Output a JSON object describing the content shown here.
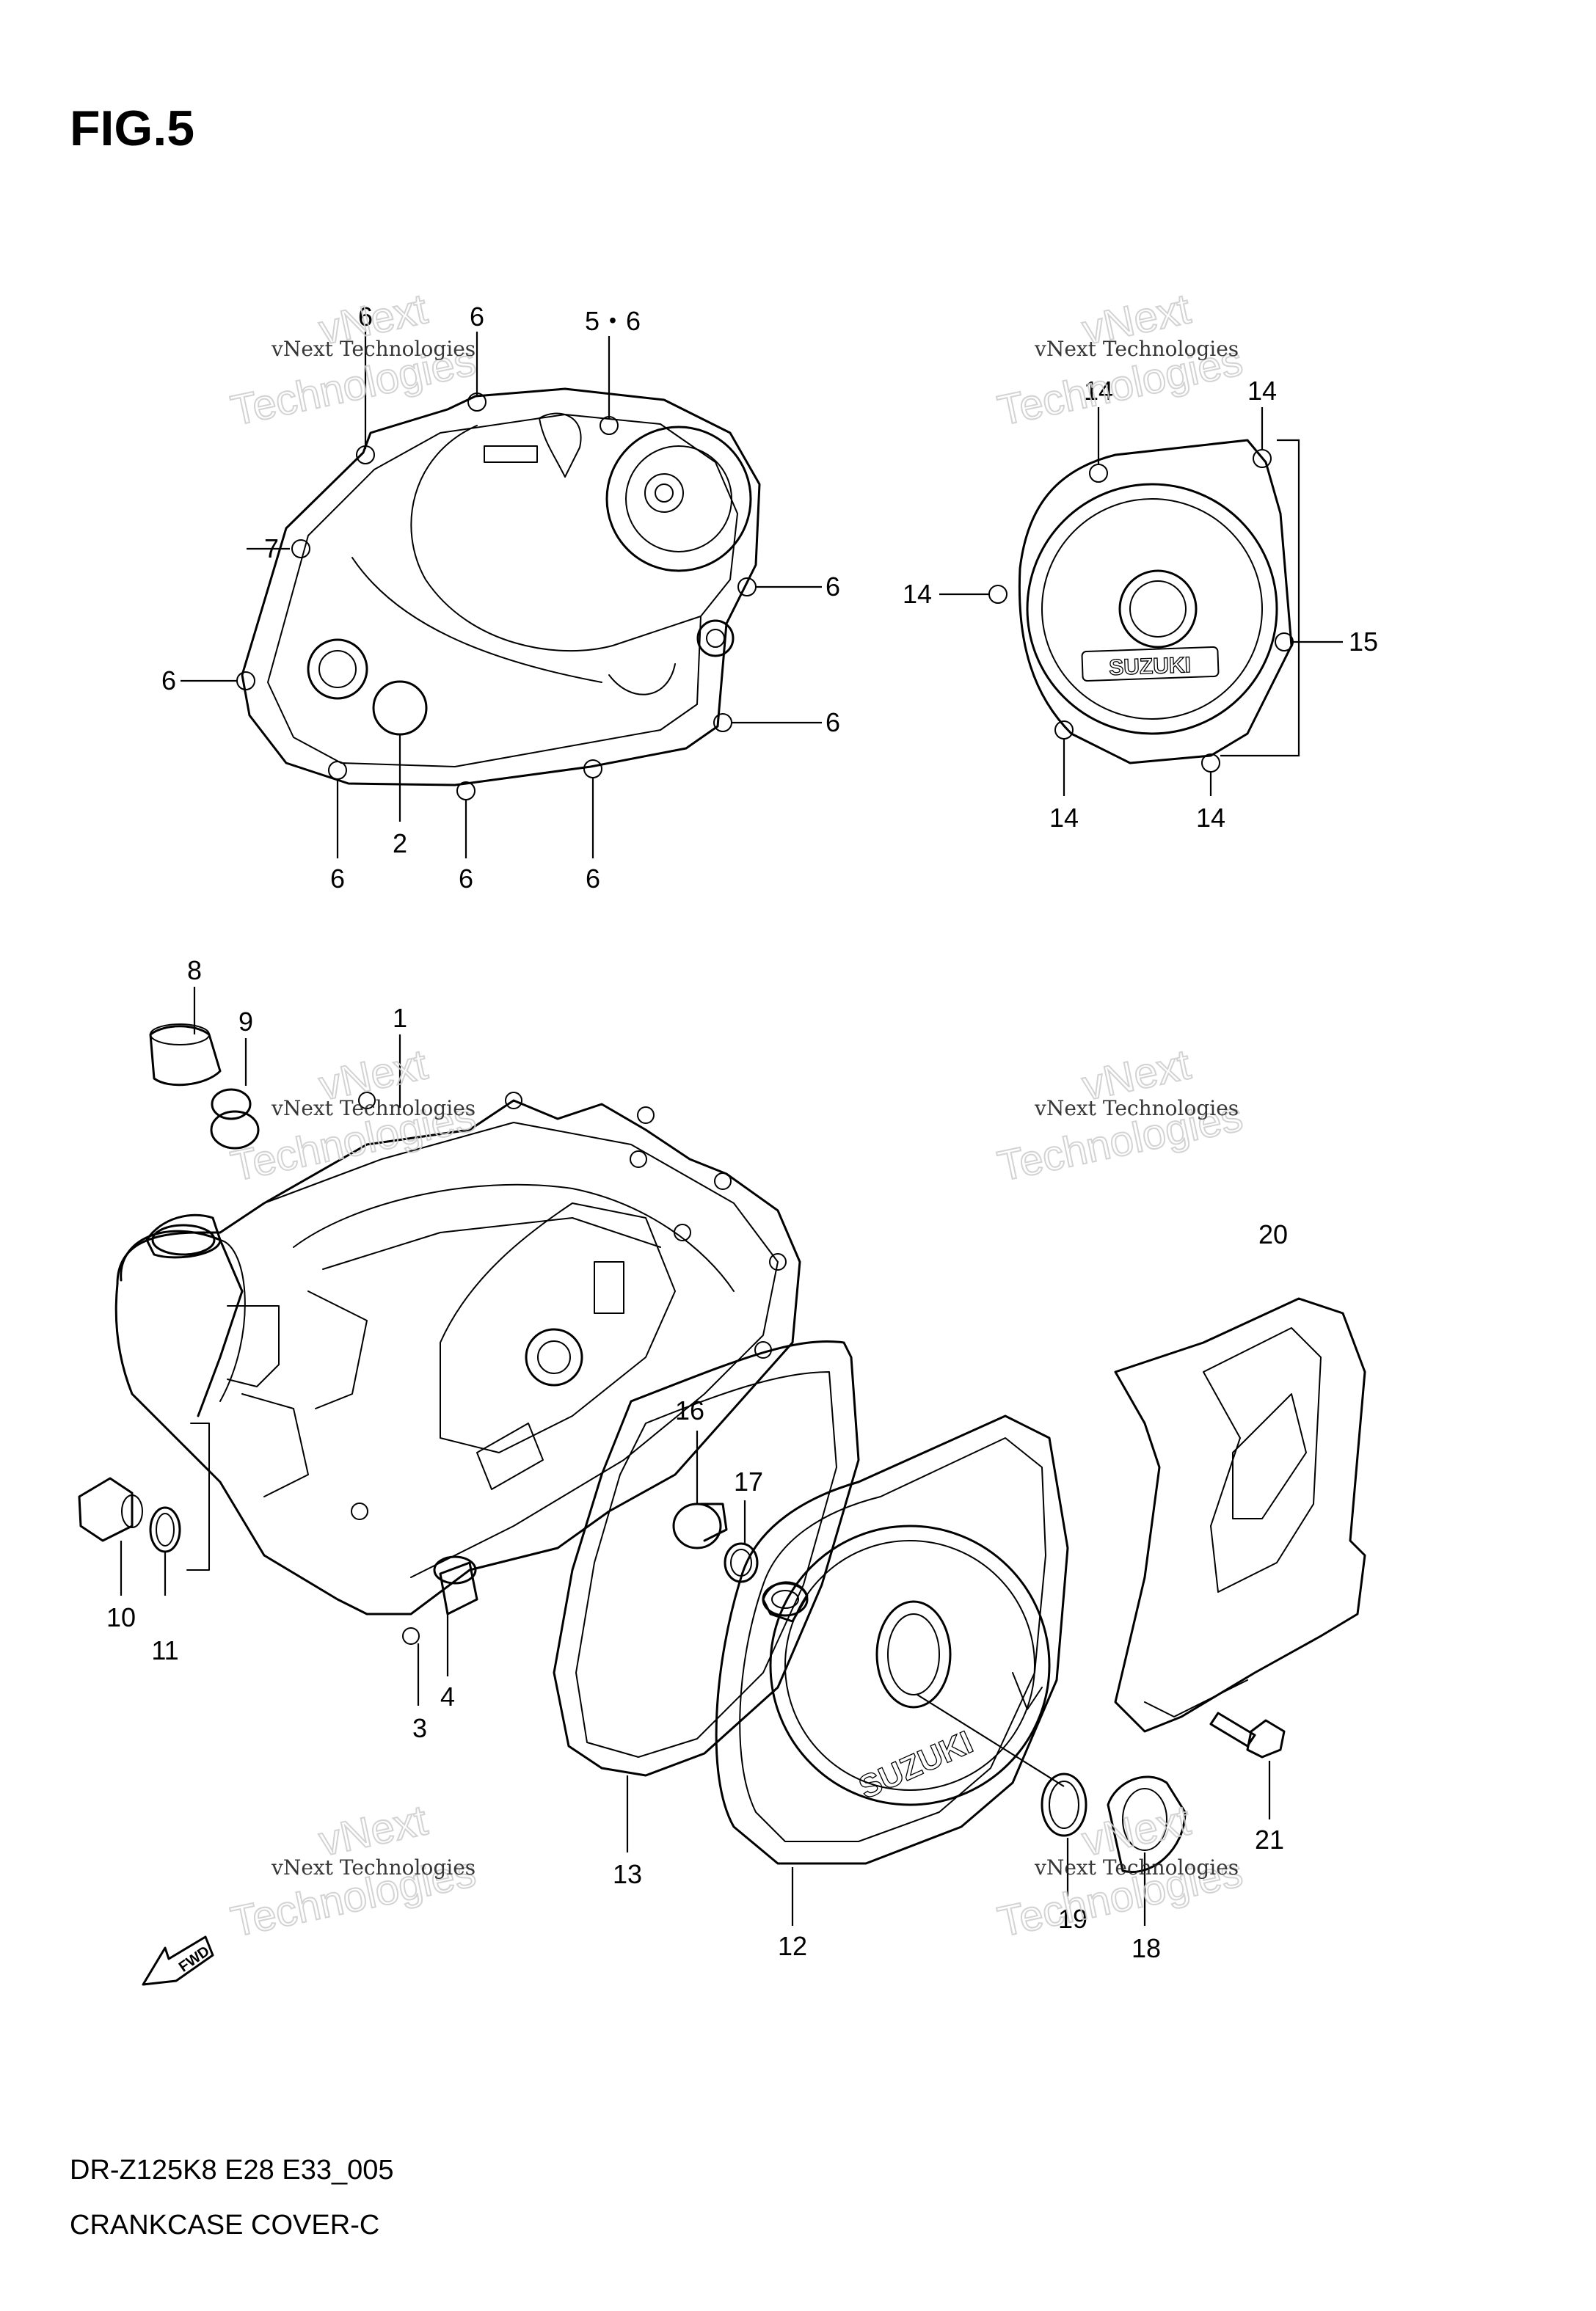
{
  "figure": {
    "title": "FIG.5",
    "code": "DR-Z125K8 E28 E33_005",
    "name": "CRANKCASE COVER-C",
    "fwd_label": "FWD",
    "brand_mark": "SUZUKI"
  },
  "watermark": {
    "line1": "vNext Technologies",
    "line2": "Technologies",
    "line3": "vNext"
  },
  "callouts": {
    "c1": "1",
    "c2": "2",
    "c3": "3",
    "c4": "4",
    "c5_6": "5・6",
    "c6": "6",
    "c7": "7",
    "c8": "8",
    "c9": "9",
    "c10": "10",
    "c11": "11",
    "c12": "12",
    "c13": "13",
    "c14": "14",
    "c15": "15",
    "c16": "16",
    "c17": "17",
    "c18": "18",
    "c19": "19",
    "c20": "20",
    "c21": "21"
  }
}
